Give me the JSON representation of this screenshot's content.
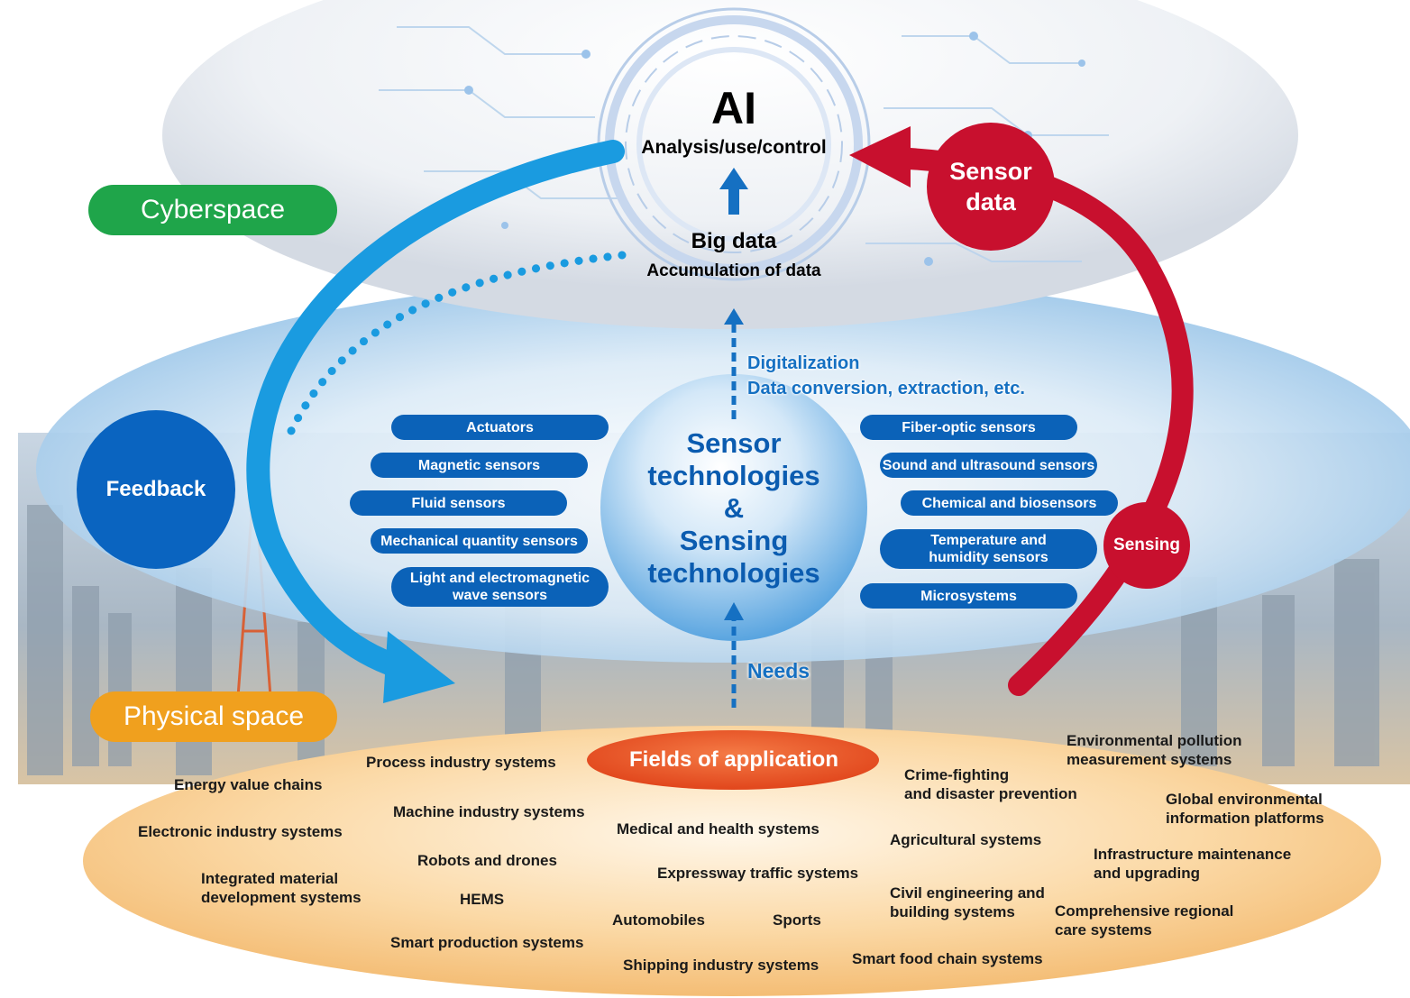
{
  "ai": {
    "title": "AI",
    "subtitle": "Analysis/use/control"
  },
  "big_data": {
    "title": "Big data",
    "subtitle": "Accumulation of data"
  },
  "labels": {
    "cyberspace": "Cyberspace",
    "physical_space": "Physical space",
    "feedback": "Feedback",
    "sensor_data_line1": "Sensor",
    "sensor_data_line2": "data",
    "sensing": "Sensing",
    "digitalization": "Digitalization",
    "data_conversion": "Data conversion, extraction, etc.",
    "needs": "Needs",
    "fields_of_application": "Fields of application"
  },
  "center": {
    "line1": "Sensor",
    "line2": "technologies",
    "line3": "&",
    "line4": "Sensing",
    "line5": "technologies"
  },
  "left_pills": [
    {
      "line1": "Actuators",
      "line2": ""
    },
    {
      "line1": "Magnetic sensors",
      "line2": ""
    },
    {
      "line1": "Fluid sensors",
      "line2": ""
    },
    {
      "line1": "Mechanical quantity sensors",
      "line2": ""
    },
    {
      "line1": "Light and electromagnetic",
      "line2": "wave sensors"
    }
  ],
  "right_pills": [
    {
      "line1": "Fiber-optic sensors",
      "line2": ""
    },
    {
      "line1": "Sound and ultrasound sensors",
      "line2": ""
    },
    {
      "line1": "Chemical and biosensors",
      "line2": ""
    },
    {
      "line1": "Temperature and",
      "line2": "humidity sensors"
    },
    {
      "line1": "Microsystems",
      "line2": ""
    }
  ],
  "applications": [
    {
      "line1": "Energy value chains",
      "line2": ""
    },
    {
      "line1": "Electronic industry systems",
      "line2": ""
    },
    {
      "line1": "Integrated material",
      "line2": "development systems"
    },
    {
      "line1": "Process industry systems",
      "line2": ""
    },
    {
      "line1": "Machine industry systems",
      "line2": ""
    },
    {
      "line1": "Robots and drones",
      "line2": ""
    },
    {
      "line1": "HEMS",
      "line2": ""
    },
    {
      "line1": "Smart production systems",
      "line2": ""
    },
    {
      "line1": "Medical and health systems",
      "line2": ""
    },
    {
      "line1": "Expressway traffic systems",
      "line2": ""
    },
    {
      "line1": "Automobiles",
      "line2": ""
    },
    {
      "line1": "Sports",
      "line2": ""
    },
    {
      "line1": "Shipping industry systems",
      "line2": ""
    },
    {
      "line1": "Crime-fighting",
      "line2": "and disaster prevention"
    },
    {
      "line1": "Agricultural systems",
      "line2": ""
    },
    {
      "line1": "Civil engineering and",
      "line2": "building systems"
    },
    {
      "line1": "Smart food chain systems",
      "line2": ""
    },
    {
      "line1": "Environmental pollution",
      "line2": "measurement systems"
    },
    {
      "line1": "Global environmental",
      "line2": "information platforms"
    },
    {
      "line1": "Infrastructure maintenance",
      "line2": "and upgrading"
    },
    {
      "line1": "Comprehensive regional",
      "line2": "care systems"
    }
  ],
  "colors": {
    "cyberspace_green": "#1fa54a",
    "physical_orange": "#f0a01e",
    "feedback_blue": "#0a64c0",
    "sensor_red": "#c8102e",
    "pill_blue": "#0b62b8",
    "fields_orange": "#e8552a",
    "arrow_light_blue": "#1a9be0"
  }
}
